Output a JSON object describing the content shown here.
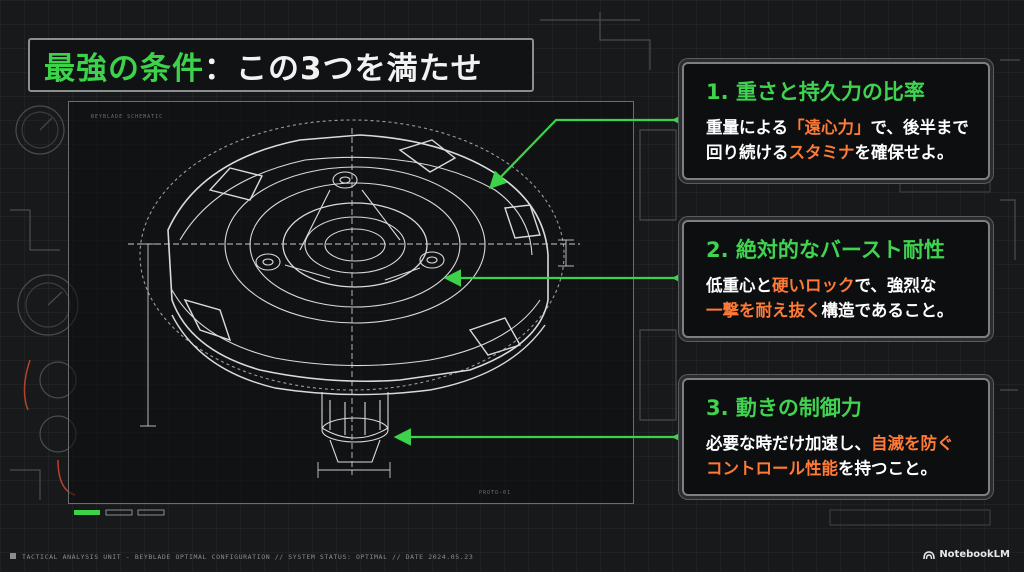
{
  "title": {
    "green": "最強の条件",
    "white": "：この3つを満たせ"
  },
  "cards": [
    {
      "title": "1. 重さと持久力の比率",
      "body": [
        [
          {
            "t": "重量による",
            "hl": false
          },
          {
            "t": "「遠心力」",
            "hl": true
          },
          {
            "t": "で、後半まで",
            "hl": false
          }
        ],
        [
          {
            "t": "回り続ける",
            "hl": false
          },
          {
            "t": "スタミナ",
            "hl": true
          },
          {
            "t": "を確保せよ。",
            "hl": false
          }
        ]
      ]
    },
    {
      "title": "2. 絶対的なバースト耐性",
      "body": [
        [
          {
            "t": "低重心と",
            "hl": false
          },
          {
            "t": "硬いロック",
            "hl": true
          },
          {
            "t": "で、強烈な",
            "hl": false
          }
        ],
        [
          {
            "t": "一撃を耐え抜く",
            "hl": true
          },
          {
            "t": "構造であること。",
            "hl": false
          }
        ]
      ]
    },
    {
      "title": "3. 動きの制御力",
      "body": [
        [
          {
            "t": "必要な時だけ加速し、",
            "hl": false
          },
          {
            "t": "自滅を防ぐ",
            "hl": true
          }
        ],
        [
          {
            "t": "コントロール性能",
            "hl": true
          },
          {
            "t": "を持つこと。",
            "hl": false
          }
        ]
      ]
    }
  ],
  "blueprint": {
    "label_top": "BEYBLADE SCHEMATIC",
    "label_bottom": "PROTO-01"
  },
  "footer": "TACTICAL ANALYSIS UNIT - BEYBLADE OPTIMAL CONFIGURATION // SYSTEM STATUS: OPTIMAL // DATE 2024.05.23",
  "brand": "NotebookLM",
  "colors": {
    "accent_green": "#3cd24a",
    "highlight_orange": "#ff7a36",
    "background": "#17191b"
  }
}
